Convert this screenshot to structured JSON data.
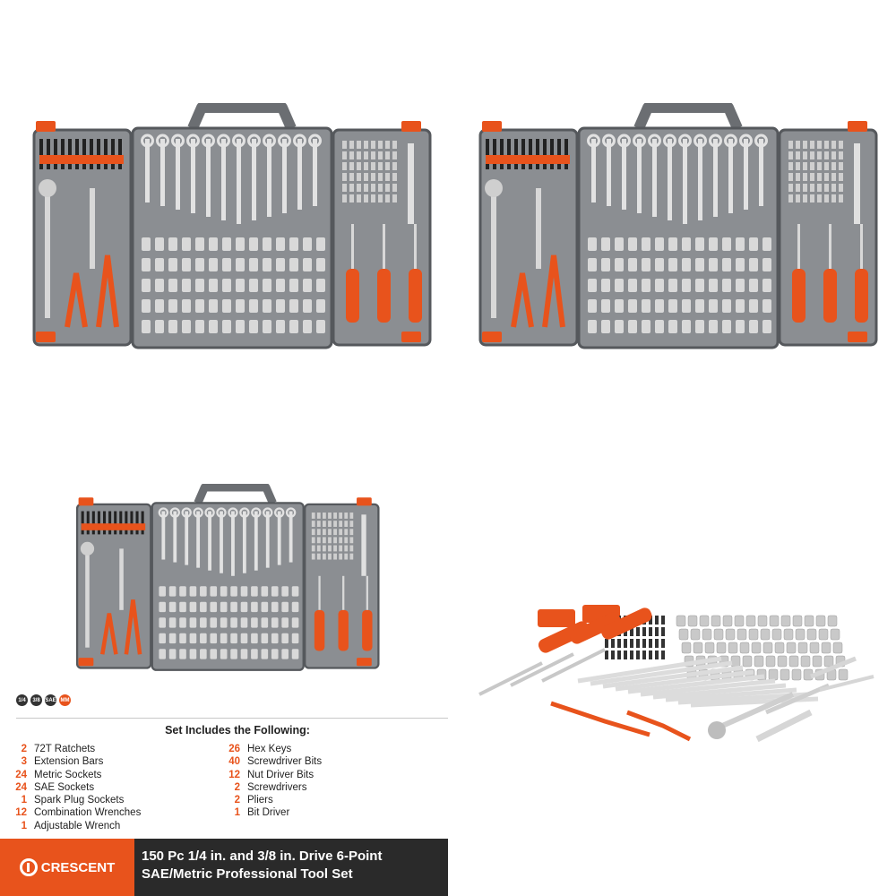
{
  "sizes": [
    "1/4",
    "3/8",
    "SAE",
    "MM"
  ],
  "heading": "Set Includes the Following:",
  "items_left": [
    {
      "qty": "2",
      "label": "72T Ratchets"
    },
    {
      "qty": "3",
      "label": "Extension Bars"
    },
    {
      "qty": "24",
      "label": "Metric Sockets"
    },
    {
      "qty": "24",
      "label": "SAE Sockets"
    },
    {
      "qty": "1",
      "label": "Spark Plug Sockets"
    },
    {
      "qty": "12",
      "label": "Combination Wrenches"
    },
    {
      "qty": "1",
      "label": "Adjustable Wrench"
    }
  ],
  "items_right": [
    {
      "qty": "26",
      "label": "Hex Keys"
    },
    {
      "qty": "40",
      "label": "Screwdriver Bits"
    },
    {
      "qty": "12",
      "label": "Nut Driver Bits"
    },
    {
      "qty": "2",
      "label": "Screwdrivers"
    },
    {
      "qty": "2",
      "label": "Pliers"
    },
    {
      "qty": "1",
      "label": "Bit Driver"
    }
  ],
  "brand": "CRESCENT",
  "title_line1": "150 Pc 1/4 in. and 3/8 in. Drive 6-Point",
  "title_line2": "SAE/Metric Professional Tool Set",
  "colors": {
    "accent": "#e8531c",
    "case": "#6b6e72",
    "banner_dark": "#2a2a2a"
  }
}
